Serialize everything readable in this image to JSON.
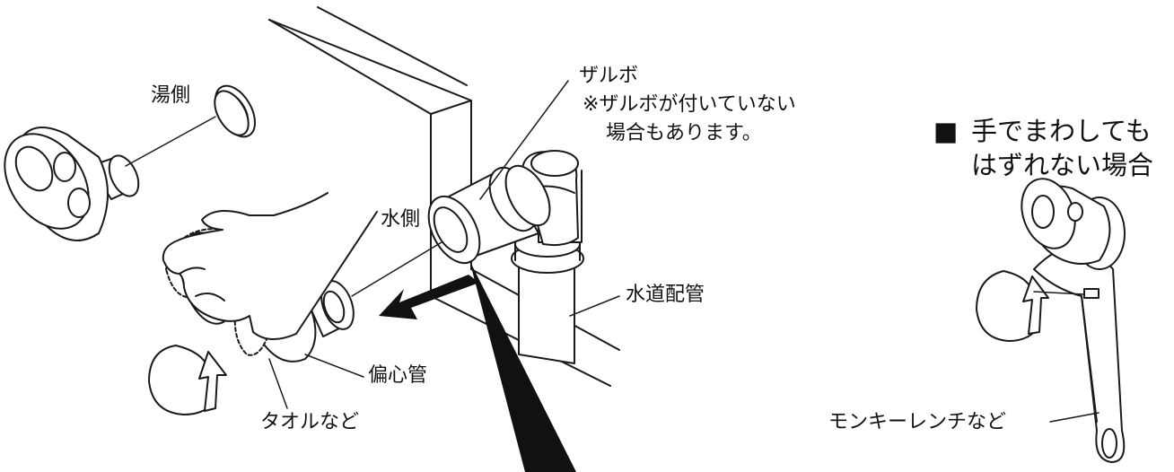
{
  "labels": {
    "hot_side": "湯側",
    "water_side": "水側",
    "zarubo": "ザルボ",
    "zarubo_note_1": "※ザルボが付いていない",
    "zarubo_note_2": "場合もあります。",
    "water_pipe": "水道配管",
    "eccentric_pipe": "偏心管",
    "towel": "タオルなど",
    "wrench": "モンキーレンチなど"
  },
  "heading": {
    "marker": "■",
    "line1": "手でまわしても",
    "line2": "はずれない場合"
  },
  "colors": {
    "line": "#1a1a1a",
    "fill": "#ffffff",
    "arrow": "#111111"
  }
}
